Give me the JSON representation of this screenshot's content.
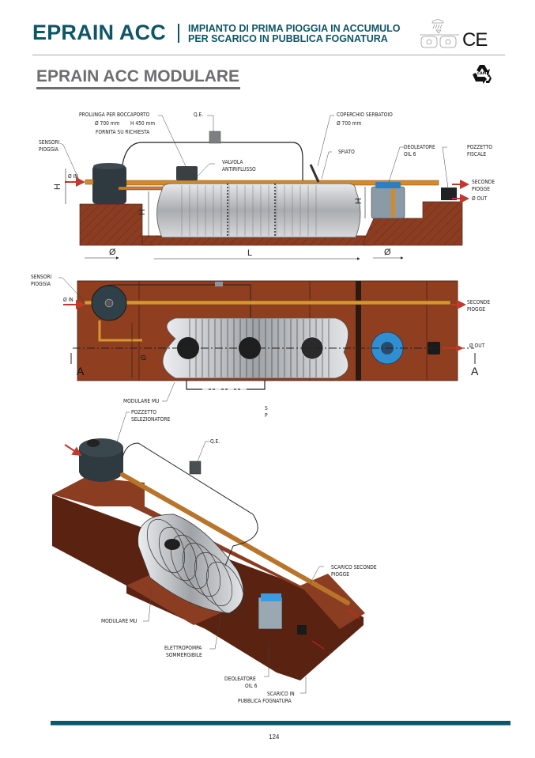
{
  "header": {
    "brand": "EPRAIN ACC",
    "subtitle_line1": "IMPIANTO DI PRIMA PIOGGIA IN ACCUMULO",
    "subtitle_line2": "PER SCARICO IN PUBBLICA FOGNATURA",
    "icons": [
      "rainwater-tank-icon",
      "ce-mark-icon",
      "recycle-cam-icon"
    ],
    "ce_mark": "CE",
    "cam_label": "CAM"
  },
  "section": {
    "title": "EPRAIN ACC MODULARE"
  },
  "side_view": {
    "labels": {
      "prolunga_line1": "PROLUNGA PER BOCCAPORTO",
      "prolunga_dia": "Ø 700 mm",
      "prolunga_h": "H 450 mm",
      "prolunga_line3": "FORNITA SU RICHIESTA",
      "qe": "Q.E.",
      "coperchio_line1": "COPERCHIO SERBATOIO",
      "coperchio_dia": "Ø 700 mm",
      "sensori_line1": "SENSORI",
      "sensori_line2": "PIOGGIA",
      "in": "Ø IN",
      "valvola_line1": "VALVOLA",
      "valvola_line2": "ANTIRIFLUSSO",
      "sfiato": "SFIATO",
      "deoleatore_line1": "DEOLEATORE",
      "deoleatore_line2": "OIL 6",
      "pozzetto_line1": "POZZETTO",
      "pozzetto_line2": "FISCALE",
      "seconde_line1": "SECONDE",
      "seconde_line2": "PIOGGE",
      "out": "Ø OUT"
    },
    "dims": {
      "h": "H",
      "dia": "Ø",
      "length": "L"
    }
  },
  "plan_view": {
    "labels": {
      "sensori_line1": "SENSORI",
      "sensori_line2": "PIOGGIA",
      "in": "Ø IN",
      "seconde_line1": "SECONDE",
      "seconde_line2": "PIOGGE",
      "out": "Ø OUT",
      "section_a": "A",
      "dia": "Ø",
      "modulare": "MODULARE MU",
      "sp_s": "S",
      "sp_p": "P"
    }
  },
  "iso_view": {
    "labels": {
      "pozzetto_line1": "POZZETTO",
      "pozzetto_line2": "SELEZIONATORE",
      "qe": "Q.E.",
      "scarico_seconde_line1": "SCARICO SECONDE",
      "scarico_seconde_line2": "PIOGGE",
      "modulare": "MODULARE MU",
      "elettropompa_line1": "ELETTROPOMPA",
      "elettropompa_line2": "SOMMERGIBILE",
      "deoleatore_line1": "DEOLEATORE",
      "deoleatore_line2": "OIL 6",
      "scarico_in_line1": "SCARICO IN",
      "scarico_in_line2": "PUBBLICA FOGNATURA"
    }
  },
  "footer": {
    "page_number": "124"
  },
  "colors": {
    "brand": "#0e5567",
    "section_grey": "#6d6d6f",
    "soil": "#8b3d22",
    "pipe": "#d48a2a",
    "arrow": "#c0392b",
    "tank": "#b9bcc0",
    "dark_tank": "#2e3a3f",
    "oil_sep": "#2f8fd0"
  }
}
